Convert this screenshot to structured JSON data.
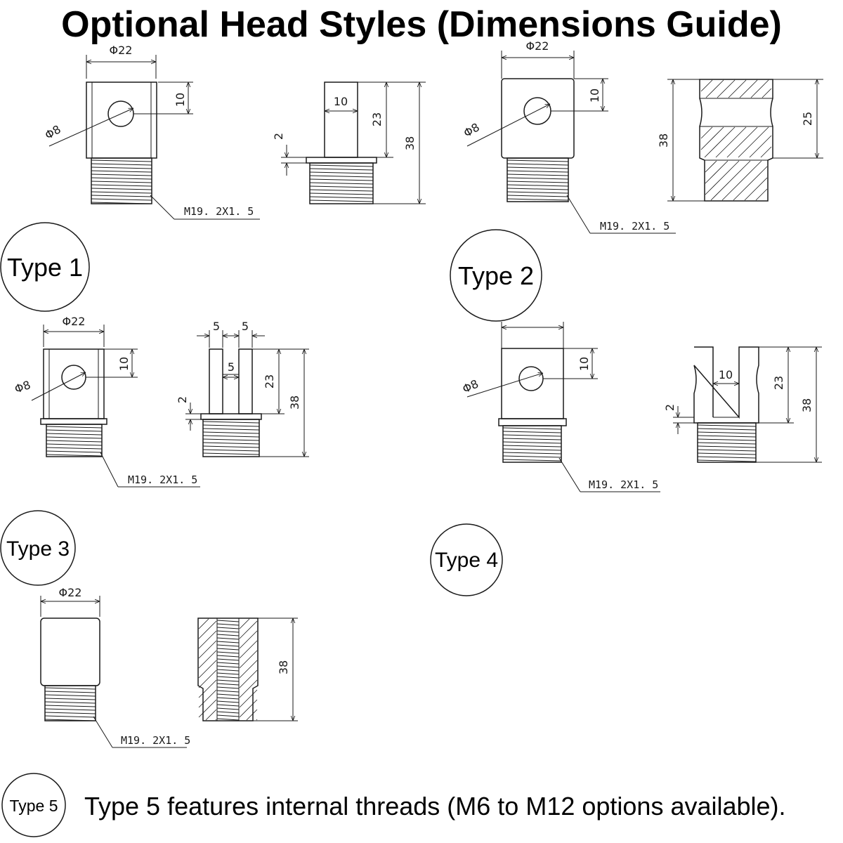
{
  "title": "Optional Head Styles (Dimensions Guide)",
  "types": {
    "t1": "Type 1",
    "t2": "Type 2",
    "t3": "Type 3",
    "t4": "Type 4",
    "t5": "Type 5"
  },
  "dims": {
    "d22": "Φ22",
    "d8": "Φ8",
    "d10": "10",
    "d23": "23",
    "d38": "38",
    "d25": "25",
    "d2": "2",
    "d5": "5",
    "thread": "M19. 2X1. 5"
  },
  "note": "Type 5 features internal threads (M6 to M12 options available)."
}
